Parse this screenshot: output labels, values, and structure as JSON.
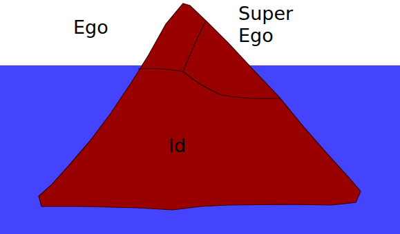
{
  "diagram": {
    "labels": [
      "Ego",
      "Super Ego",
      "Id"
    ]
  }
}
